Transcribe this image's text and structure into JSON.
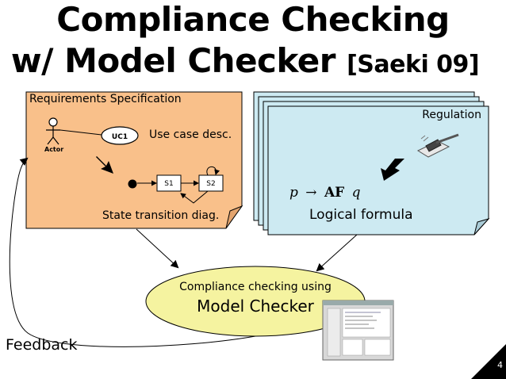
{
  "title": {
    "line1": "Compliance Checking",
    "line2_main": "w/ Model Checker",
    "line2_cite": "[Saeki 09]"
  },
  "requirements": {
    "heading": "Requirements Specification",
    "actor_label": "Actor",
    "usecase_label": "UC1",
    "usecase_desc": "Use case desc.",
    "state1": "S1",
    "state2": "S2",
    "state_diag": "State transition diag."
  },
  "regulation": {
    "heading": "Regulation",
    "formula_p": "p",
    "formula_arrow": "→",
    "formula_af": "AF",
    "formula_q": "q",
    "formula_label": "Logical formula"
  },
  "checker": {
    "line1": "Compliance checking using",
    "line2": "Model Checker"
  },
  "feedback": "Feedback",
  "slide_number": "4",
  "colors": {
    "requirements_fill": "#f9c08a",
    "regulation_fill": "#cdeaf2",
    "checker_fill": "#f5f3a0"
  }
}
